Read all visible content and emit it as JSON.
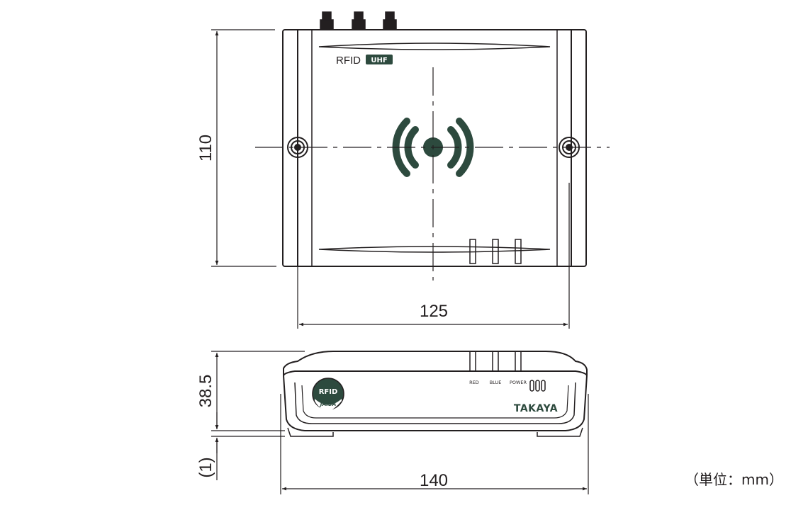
{
  "dimensions": {
    "height": "110",
    "width_top": "125",
    "depth": "38.5",
    "foot": "(1)",
    "width_front": "140"
  },
  "unit_note": "（単位：mm）",
  "top_view": {
    "logo_text": "RFID",
    "logo_badge": "UHF"
  },
  "front_view": {
    "led_labels": [
      "RED",
      "BLUE",
      "POWER"
    ],
    "brand": "TAKAYA",
    "badge_top": "RFID",
    "badge_bottom": "JAISA"
  },
  "colors": {
    "line": "#231f20",
    "accent": "#2d4a3e"
  },
  "icons": [
    "rfid-wireless-icon"
  ]
}
